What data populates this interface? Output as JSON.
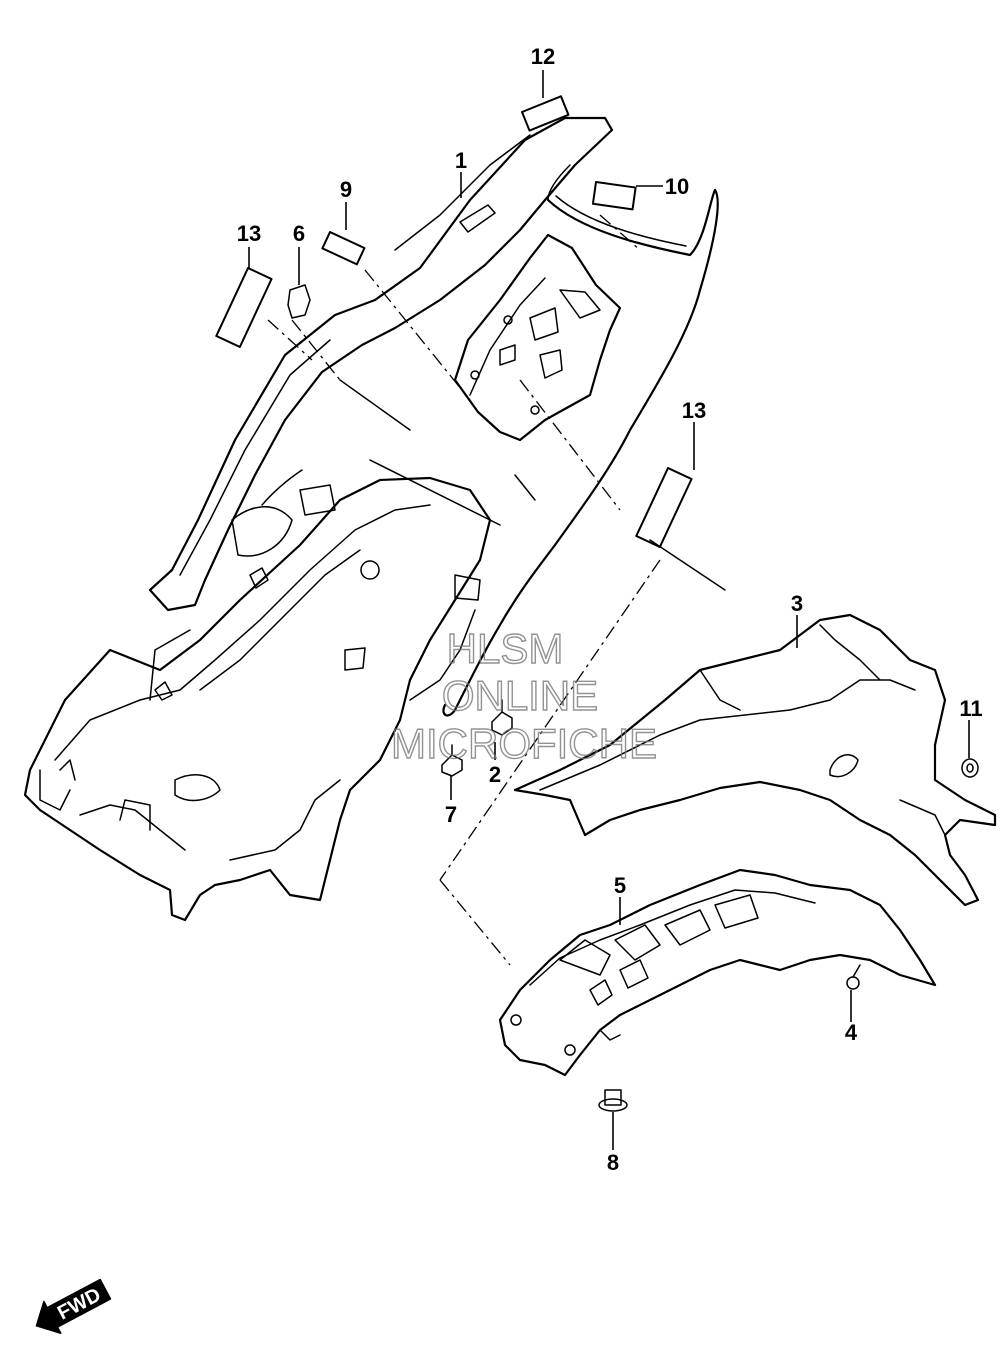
{
  "callouts": {
    "c1": "1",
    "c2": "2",
    "c3": "3",
    "c4": "4",
    "c5": "5",
    "c6": "6",
    "c7": "7",
    "c8": "8",
    "c9": "9",
    "c10": "10",
    "c11": "11",
    "c12": "12",
    "c13a": "13",
    "c13b": "13"
  },
  "watermark": {
    "line1": "HLSM",
    "line2": "ONLINE",
    "line3": "MICROFICHE"
  },
  "direction_badge": {
    "label": "FWD",
    "icon": "forward-arrow-icon"
  }
}
